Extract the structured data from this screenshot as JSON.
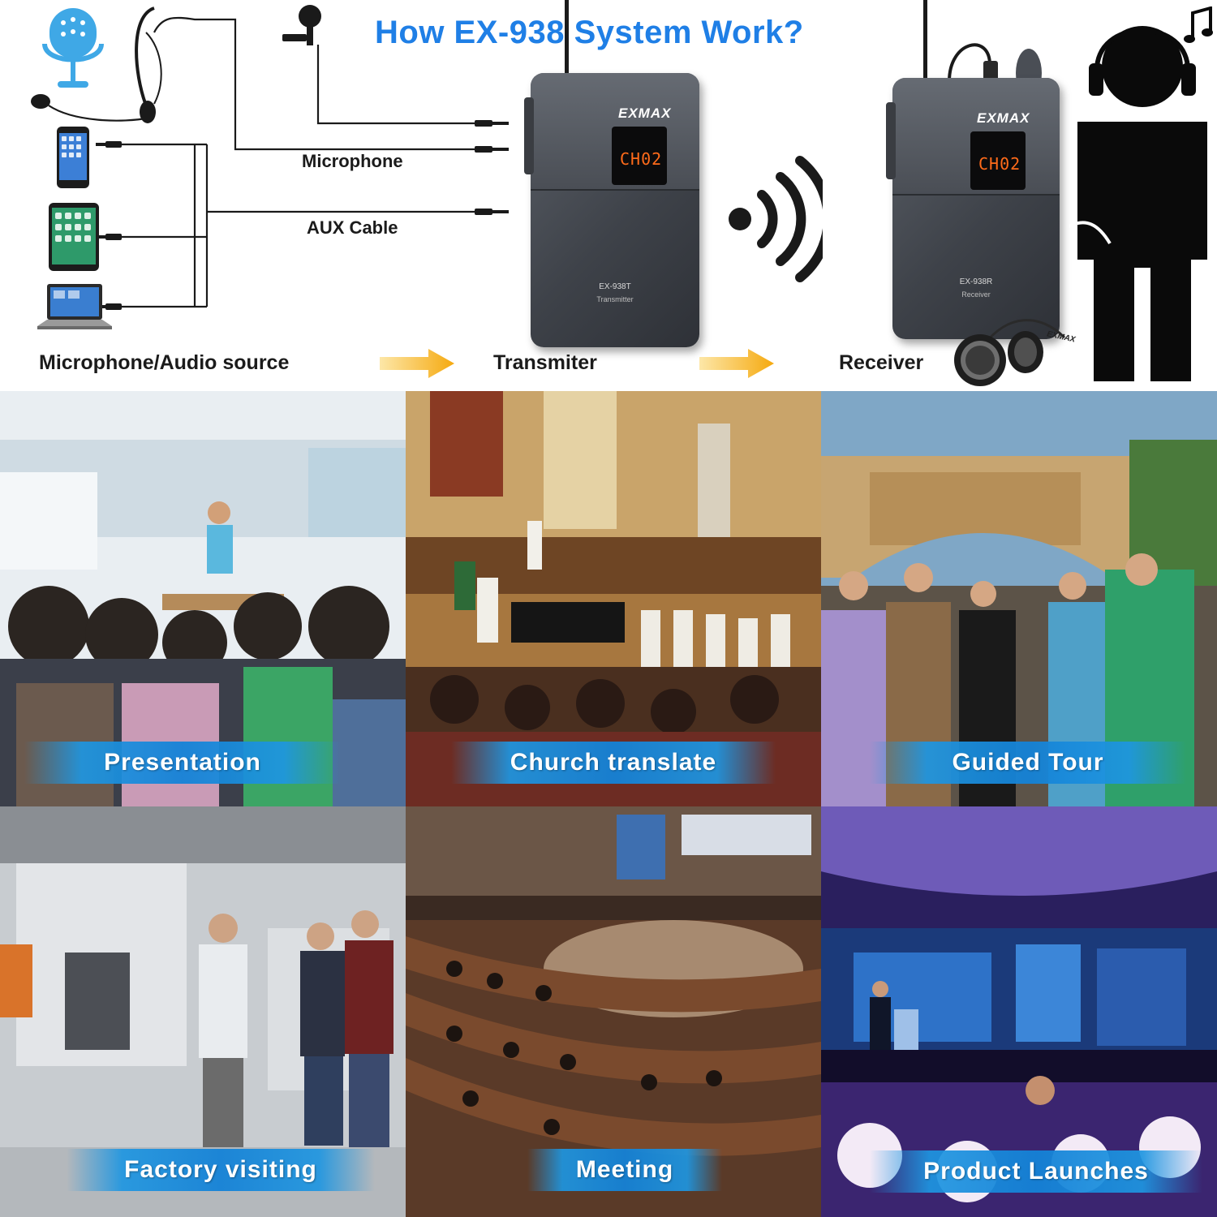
{
  "diagram": {
    "title": "How EX-938 System Work?",
    "labels": {
      "microphone": "Microphone",
      "aux_cable": "AUX Cable",
      "source": "Microphone/Audio source",
      "transmitter": "Transmiter",
      "receiver": "Receiver"
    },
    "transmitter": {
      "brand": "EXMAX",
      "display": "CH02",
      "model": "EX-938T",
      "subtitle": "Transmitter"
    },
    "receiver": {
      "brand": "EXMAX",
      "display": "CH02",
      "model": "EX-938R",
      "subtitle": "Receiver",
      "earphone_brand": "EXMAX"
    },
    "icons": [
      "microphone-icon",
      "headset-microphone-icon",
      "lavalier-microphone-icon",
      "smartphone-icon",
      "tablet-icon",
      "laptop-icon",
      "wireless-signal-icon",
      "arrow-right-icon",
      "person-headphones-icon",
      "music-note-icon",
      "earphones-icon"
    ],
    "colors": {
      "title": "#1f7fe6",
      "arrow": "#f5b21a",
      "device": "#45494f",
      "display": "#ff6b1a"
    }
  },
  "scenarios": [
    {
      "label": "Presentation"
    },
    {
      "label": "Church translate"
    },
    {
      "label": "Guided Tour"
    },
    {
      "label": "Factory visiting"
    },
    {
      "label": "Meeting"
    },
    {
      "label": "Product Launches"
    }
  ],
  "banner_color": "#1e96e1"
}
